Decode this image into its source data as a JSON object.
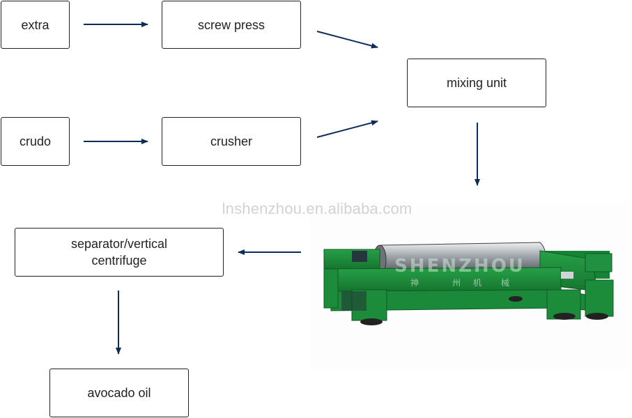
{
  "nodes": {
    "extra": "extra",
    "screw_press": "screw press",
    "mixing_unit": "mixing unit",
    "crudo": "crudo",
    "crusher": "crusher",
    "separator_line1": "separator/vertical",
    "separator_line2": "centrifuge",
    "avocado_oil": "avocado oil"
  },
  "watermark": "lnshenzhou.en.alibaba.com",
  "machine": {
    "brand_text": "SHENZHOU",
    "chinese_text": [
      "神",
      "州",
      "机",
      "械"
    ],
    "body_color": "#1e8f3c",
    "drum_color": "#b8bcc0"
  },
  "arrow_color": "#0c2d5a"
}
